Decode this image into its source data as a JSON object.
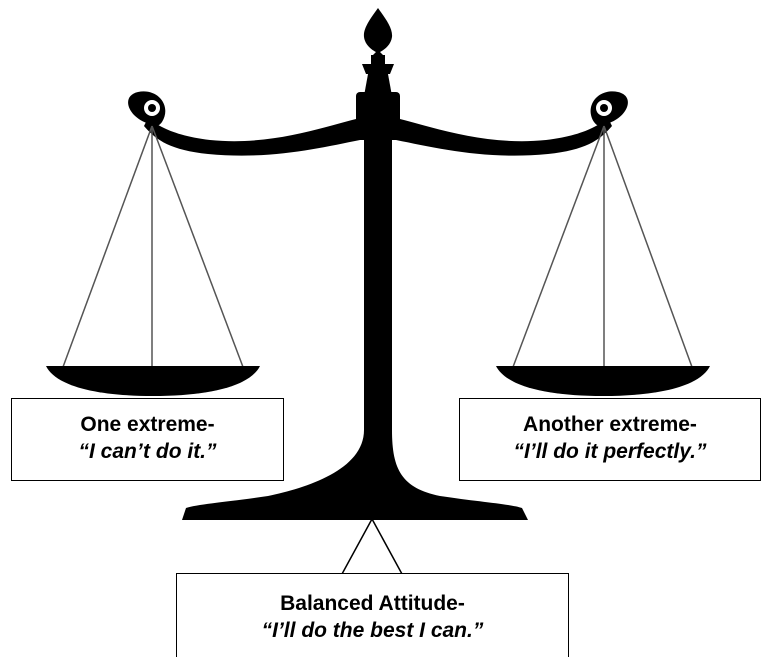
{
  "labels": {
    "left": {
      "heading": "One extreme-",
      "quote": "“I can’t do it.”"
    },
    "right": {
      "heading": "Another extreme-",
      "quote": "“I’ll do it perfectly.”"
    },
    "bottom": {
      "heading": "Balanced Attitude-",
      "quote": "“I’ll do the best I can.”"
    }
  },
  "colors": {
    "scale": "#000000",
    "background": "#ffffff",
    "box_border": "#000000"
  }
}
